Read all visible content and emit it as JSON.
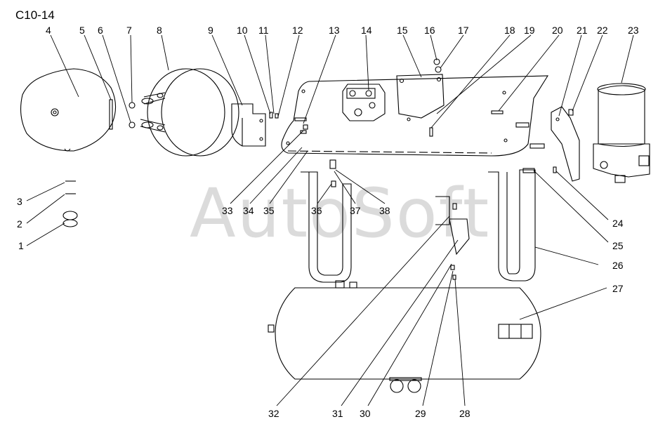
{
  "diagram": {
    "code": "C10-14",
    "watermark": "AutoSoft",
    "callouts": [
      "1",
      "2",
      "3",
      "4",
      "5",
      "6",
      "7",
      "8",
      "9",
      "10",
      "11",
      "12",
      "13",
      "14",
      "15",
      "16",
      "17",
      "18",
      "19",
      "20",
      "21",
      "22",
      "23",
      "24",
      "25",
      "26",
      "27",
      "28",
      "29",
      "30",
      "31",
      "32",
      "33",
      "34",
      "35",
      "36",
      "37",
      "38"
    ],
    "colors": {
      "line": "#000000",
      "background": "#ffffff"
    }
  }
}
